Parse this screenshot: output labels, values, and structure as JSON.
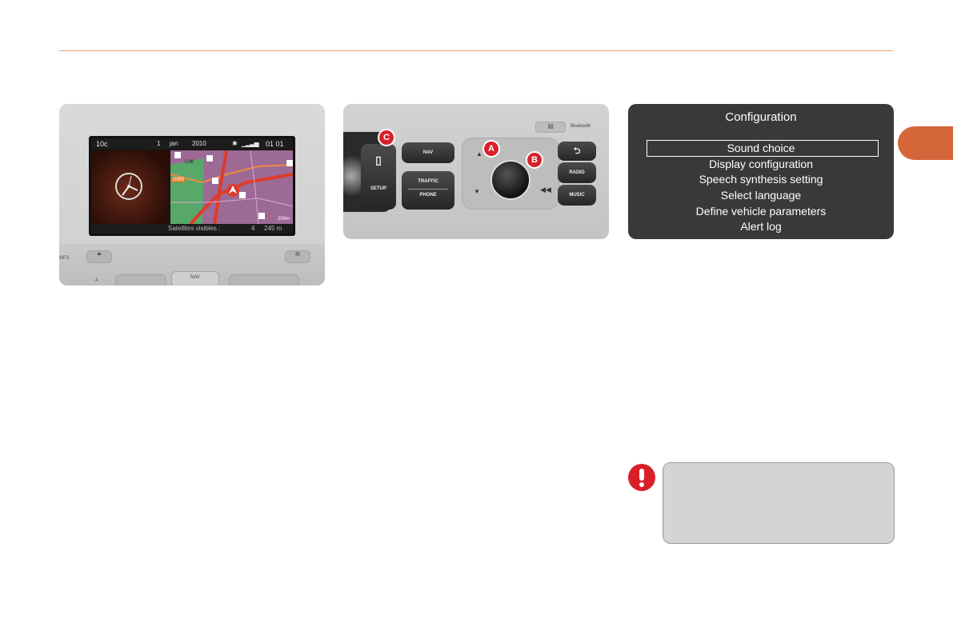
{
  "colors": {
    "accent": "#d4663a",
    "rule": "#e8a57a",
    "warning": "#d9202a",
    "note_bg": "#d4d4d4",
    "menu_bg": "#3a3838"
  },
  "display_screen": {
    "temperature": "10c",
    "day": "1",
    "month": "jan",
    "year": "2010",
    "time": "01 01",
    "satellites_label": "Satellites visibles :",
    "satellites_count": "4",
    "distance": "245 m",
    "road_label_1": "C96",
    "road_label_2": "D985",
    "scale": "200m",
    "console_labels": {
      "mp3": "MP3",
      "four": "4",
      "nav": "NAV"
    }
  },
  "controls_panel": {
    "buttons": {
      "nav": "NAV",
      "traffic": "TRAFFIC",
      "phone": "PHONE",
      "setup": "SETUP",
      "radio": "RADIO",
      "music": "MUSIC",
      "bluetooth": "Bluetooth"
    },
    "callouts": {
      "a": "A",
      "b": "B",
      "c": "C"
    },
    "icons": [
      "back-icon",
      "up-arrow-icon",
      "down-arrow-icon",
      "rewind-icon",
      "cd-slot-icon",
      "setup-icon"
    ]
  },
  "configuration_menu": {
    "title": "Configuration",
    "selected_index": 0,
    "items": [
      "Sound choice",
      "Display configuration",
      "Speech synthesis setting",
      "Select language",
      "Define vehicle parameters",
      "Alert log"
    ]
  },
  "warning_note": {
    "icon": "exclamation-icon",
    "text": ""
  }
}
